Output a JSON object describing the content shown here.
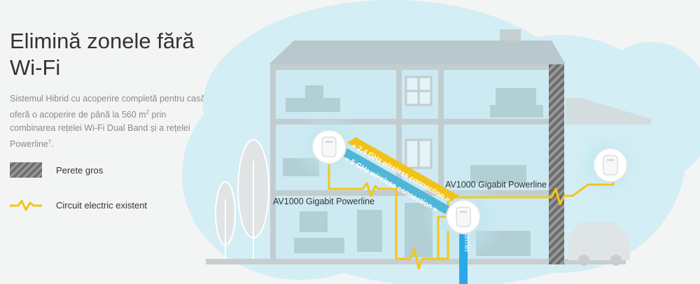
{
  "headline": {
    "line1": "Elimină zonele fără",
    "line2": "Wi-Fi"
  },
  "description": {
    "text": "Sistemul Hibrid cu acoperire completă pentru casă oferă o acoperire de până la 560 m",
    "superscript": "2",
    "text2": " prin combinarea rețelei Wi-Fi Dual Band și a rețelei Powerline",
    "footnote": "†",
    "end": "."
  },
  "legend": {
    "wall_label": "Perete gros",
    "circuit_label": "Circuit electric existent"
  },
  "diagram": {
    "wifi_24": "« 2.4 GHz wireless connection »",
    "wifi_5": "« 5 GHz wireless connection »",
    "powerline_left": "AV1000 Gigabit Powerline",
    "powerline_right": "AV1000 Gigabit Powerline",
    "internet": "Internet"
  },
  "colors": {
    "wire": "#f5c518",
    "wifi_24_band": "#f2c21a",
    "wifi_5_band": "#4fb6d8",
    "house": "#cfd8da",
    "glow": "#bfe6ef",
    "internet": "#2aa9e8"
  }
}
